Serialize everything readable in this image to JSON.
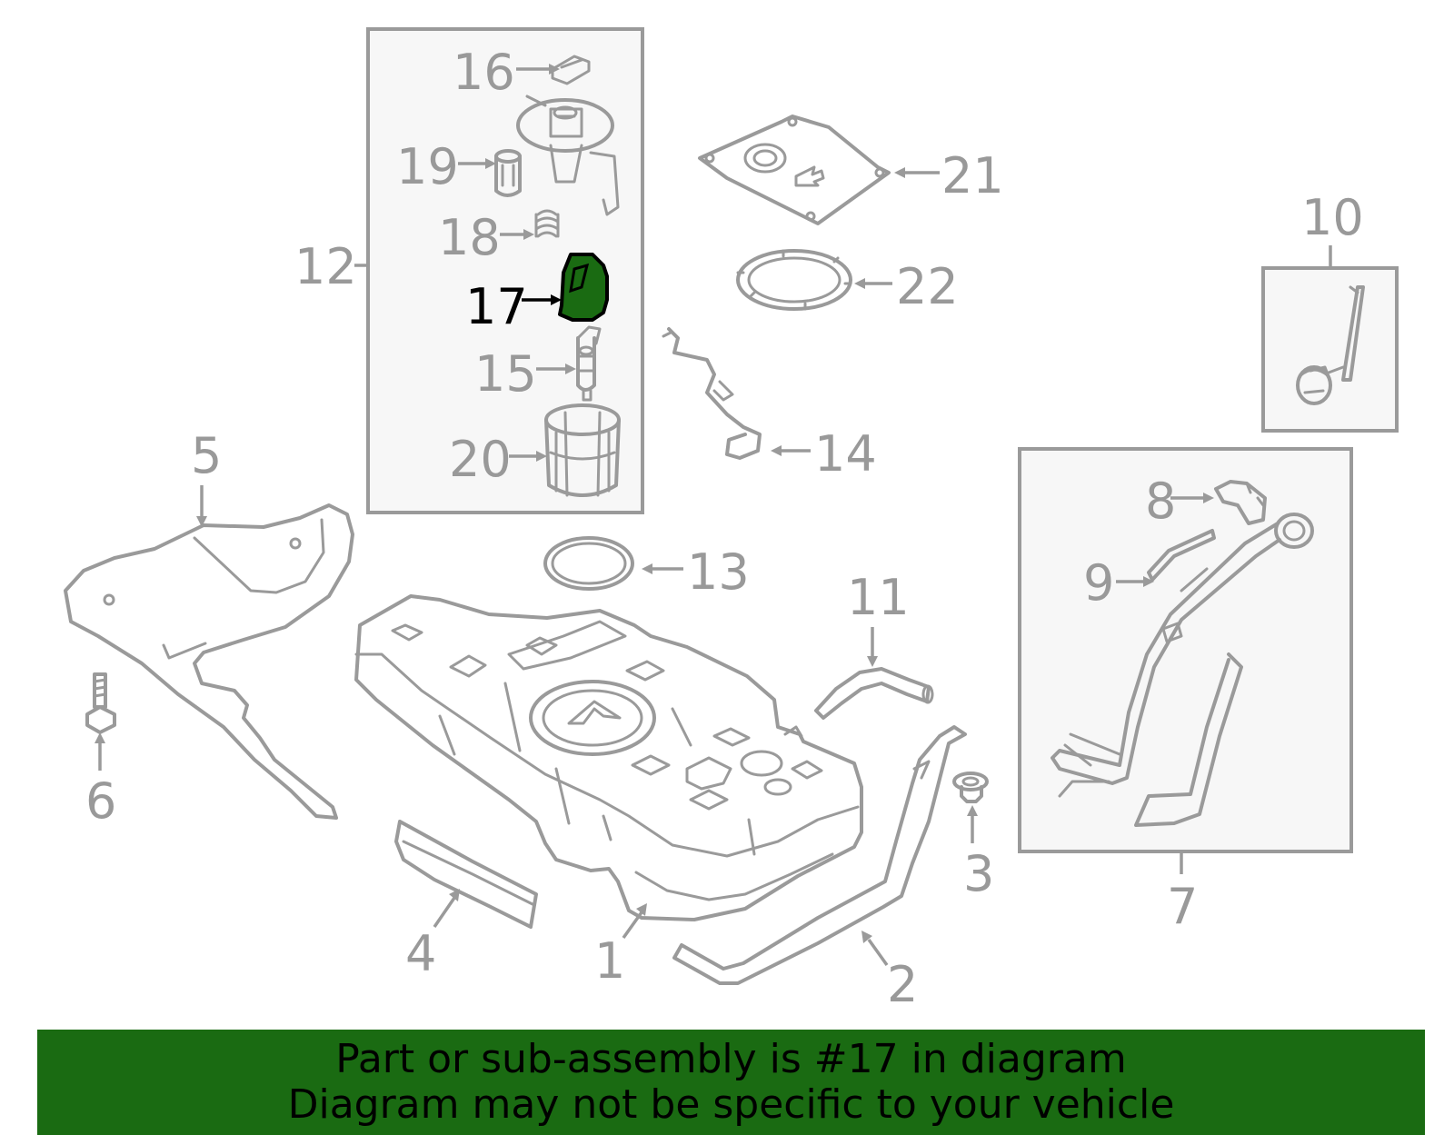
{
  "diagram": {
    "callouts": {
      "c1": "1",
      "c2": "2",
      "c3": "3",
      "c4": "4",
      "c5": "5",
      "c6": "6",
      "c7": "7",
      "c8": "8",
      "c9": "9",
      "c10": "10",
      "c11": "11",
      "c12": "12",
      "c13": "13",
      "c14": "14",
      "c15": "15",
      "c16": "16",
      "c17": "17",
      "c18": "18",
      "c19": "19",
      "c20": "20",
      "c21": "21",
      "c22": "22"
    },
    "highlighted_part": "17",
    "colors": {
      "highlight": "#1a6b12",
      "line_art": "#9a9a9a",
      "highlight_label": "#000000"
    }
  },
  "banner": {
    "line1": "Part or sub-assembly is #17 in diagram",
    "line2": "Diagram may not be specific to your vehicle"
  }
}
